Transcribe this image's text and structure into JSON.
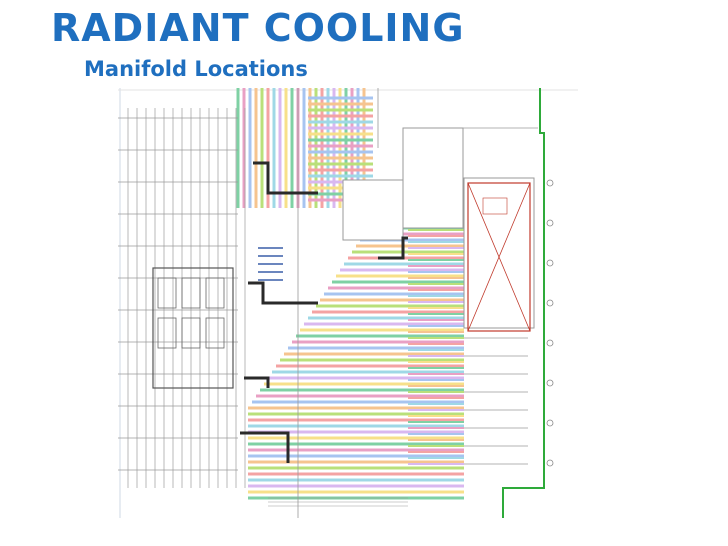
{
  "slide": {
    "title": "RADIANT COOLING",
    "subtitle": "Manifold Locations"
  },
  "colors": {
    "title": "#1f6fbf",
    "wall_line": "#9a9a9a",
    "boundary_line": "#2eaa3a",
    "manifold_line": "#2a2a2a",
    "zone_outline": "#c0392b",
    "loop_palette": [
      "#7fd1a4",
      "#e9a0c4",
      "#a7c4f0",
      "#f6c48f",
      "#b9e07a",
      "#f4a3a3",
      "#9fd8e6",
      "#d9b8f0",
      "#f7e08a"
    ]
  },
  "drawing": {
    "icons": [
      "floor-plan-drawing",
      "manifold-marker",
      "title-block"
    ]
  }
}
